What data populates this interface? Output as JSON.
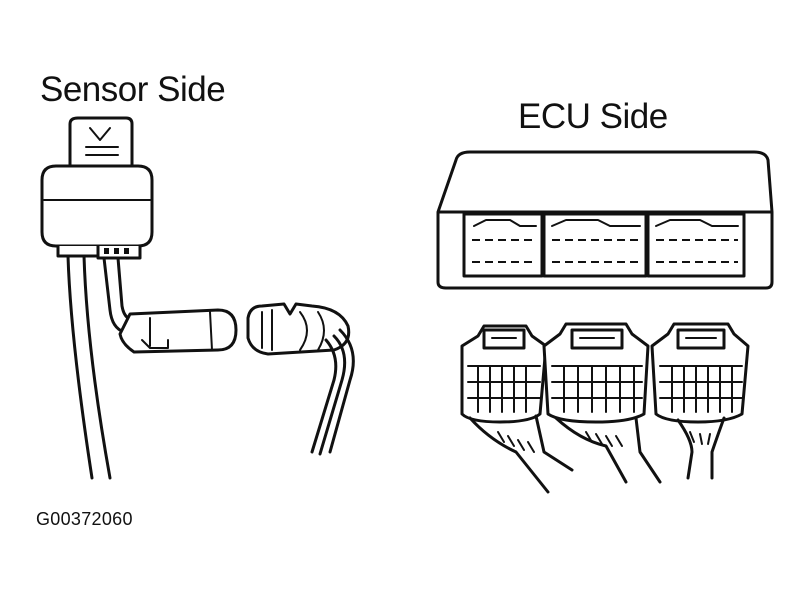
{
  "labels": {
    "sensor_side": "Sensor Side",
    "ecu_side": "ECU Side",
    "figure_code": "G00372060"
  },
  "colors": {
    "line": "#111111",
    "background": "#ffffff"
  }
}
